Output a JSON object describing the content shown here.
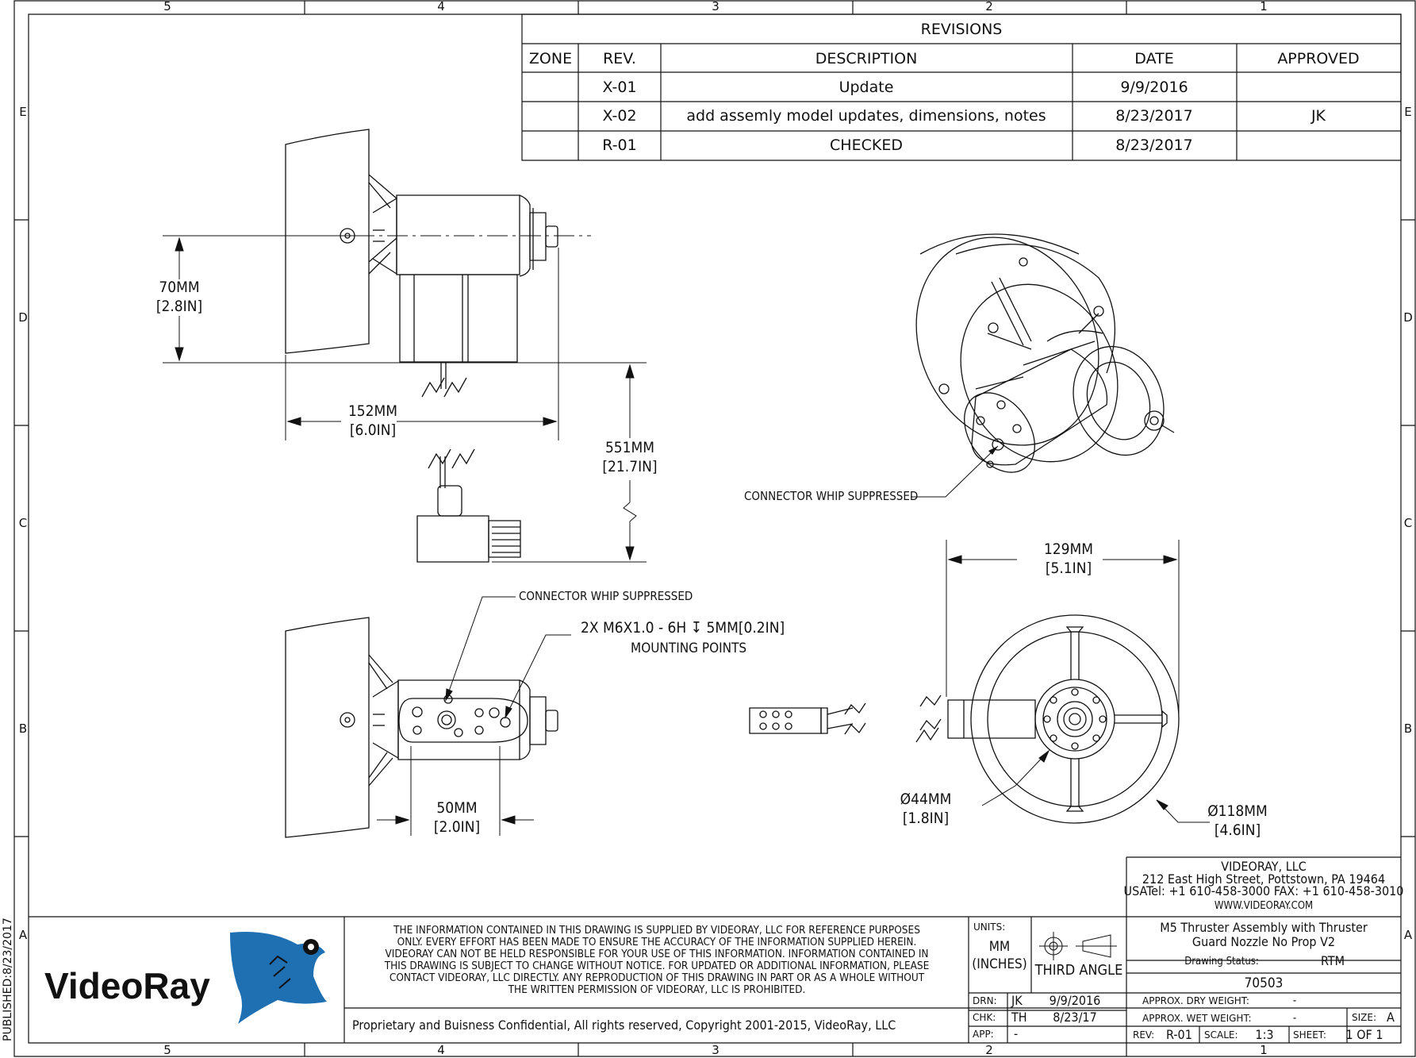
{
  "border": {
    "columns": [
      "5",
      "4",
      "3",
      "2",
      "1"
    ],
    "rows": [
      "E",
      "D",
      "C",
      "B",
      "A"
    ],
    "published": "PUBLISHED:8/23/2017"
  },
  "revisions": {
    "title": "REVISIONS",
    "headers": [
      "ZONE",
      "REV.",
      "DESCRIPTION",
      "DATE",
      "APPROVED"
    ],
    "rows": [
      {
        "zone": "",
        "rev": "X-01",
        "description": "Update",
        "date": "9/9/2016",
        "approved": ""
      },
      {
        "zone": "",
        "rev": "X-02",
        "description": "add assemly model updates, dimensions, notes",
        "date": "8/23/2017",
        "approved": "JK"
      },
      {
        "zone": "",
        "rev": "R-01",
        "description": "CHECKED",
        "date": "8/23/2017",
        "approved": ""
      }
    ]
  },
  "dimensions": {
    "d70": [
      "70MM",
      "[2.8IN]"
    ],
    "d152": [
      "152MM",
      "[6.0IN]"
    ],
    "d551": [
      "551MM",
      "[21.7IN]"
    ],
    "d50": [
      "50MM",
      "[2.0IN]"
    ],
    "d129": [
      "129MM",
      "[5.1IN]"
    ],
    "d44": [
      "Ø44MM",
      "[1.8IN]"
    ],
    "d118": [
      "Ø118MM",
      "[4.6IN]"
    ]
  },
  "notes": {
    "connector_iso": "CONNECTOR WHIP SUPPRESSED",
    "connector_bottom": "CONNECTOR WHIP SUPPRESSED",
    "mounting_line1": "2X M6X1.0 - 6H ↧ 5MM[0.2IN]",
    "mounting_line2": "MOUNTING POINTS"
  },
  "company": {
    "name": "VIDEORAY, LLC",
    "address": "212 East High Street, Pottstown, PA 19464",
    "phone": "USATel: +1 610-458-3000  FAX: +1 610-458-3010",
    "web": "WWW.VIDEORAY.COM",
    "logo_text": "VideoRay"
  },
  "disclaimer": [
    "THE INFORMATION CONTAINED IN THIS DRAWING IS SUPPLIED BY VIDEORAY, LLC FOR REFERENCE PURPOSES",
    "ONLY. EVERY EFFORT HAS BEEN MADE TO ENSURE THE ACCURACY OF THE INFORMATION SUPPLIED HEREIN.",
    "VIDEORAY CAN NOT BE HELD RESPONSIBLE FOR YOUR USE OF THIS INFORMATION. INFORMATION CONTAINED IN",
    "THIS DRAWING IS SUBJECT TO CHANGE WITHOUT NOTICE. FOR UPDATED OR ADDITIONAL INFORMATION, PLEASE",
    "CONTACT VIDEORAY, LLC DIRECTLY. ANY REPRODUCTION OF THIS DRAWING IN PART OR AS A WHOLE WITHOUT",
    "THE WRITTEN PERMISSION OF VIDEORAY, LLC IS PROHIBITED."
  ],
  "copyright": "Proprietary and Buisness Confidential, All rights reserved, Copyright 2001-2015, VideoRay, LLC",
  "units": {
    "label": "UNITS:",
    "value": "MM",
    "value2": "(INCHES)"
  },
  "projection": "THIRD ANGLE",
  "title_block": {
    "title_line1": "M5 Thruster Assembly with Thruster",
    "title_line2": "Guard Nozzle No Prop V2",
    "status_label": "Drawing Status:",
    "status_value": "RTM",
    "part_number": "70503",
    "drn_label": "DRN:",
    "drn": "JK",
    "drn_date": "9/9/2016",
    "chk_label": "CHK:",
    "chk": "TH",
    "chk_date": "8/23/17",
    "app_label": "APP:",
    "app": "-",
    "dry_label": "APPROX. DRY WEIGHT:",
    "dry": "-",
    "wet_label": "APPROX. WET WEIGHT:",
    "wet": "-",
    "size_label": "SIZE:",
    "size": "A",
    "rev_label": "REV:",
    "rev": "R-01",
    "scale_label": "SCALE:",
    "scale": "1:3",
    "sheet_label": "SHEET:",
    "sheet": "1 OF 1"
  }
}
